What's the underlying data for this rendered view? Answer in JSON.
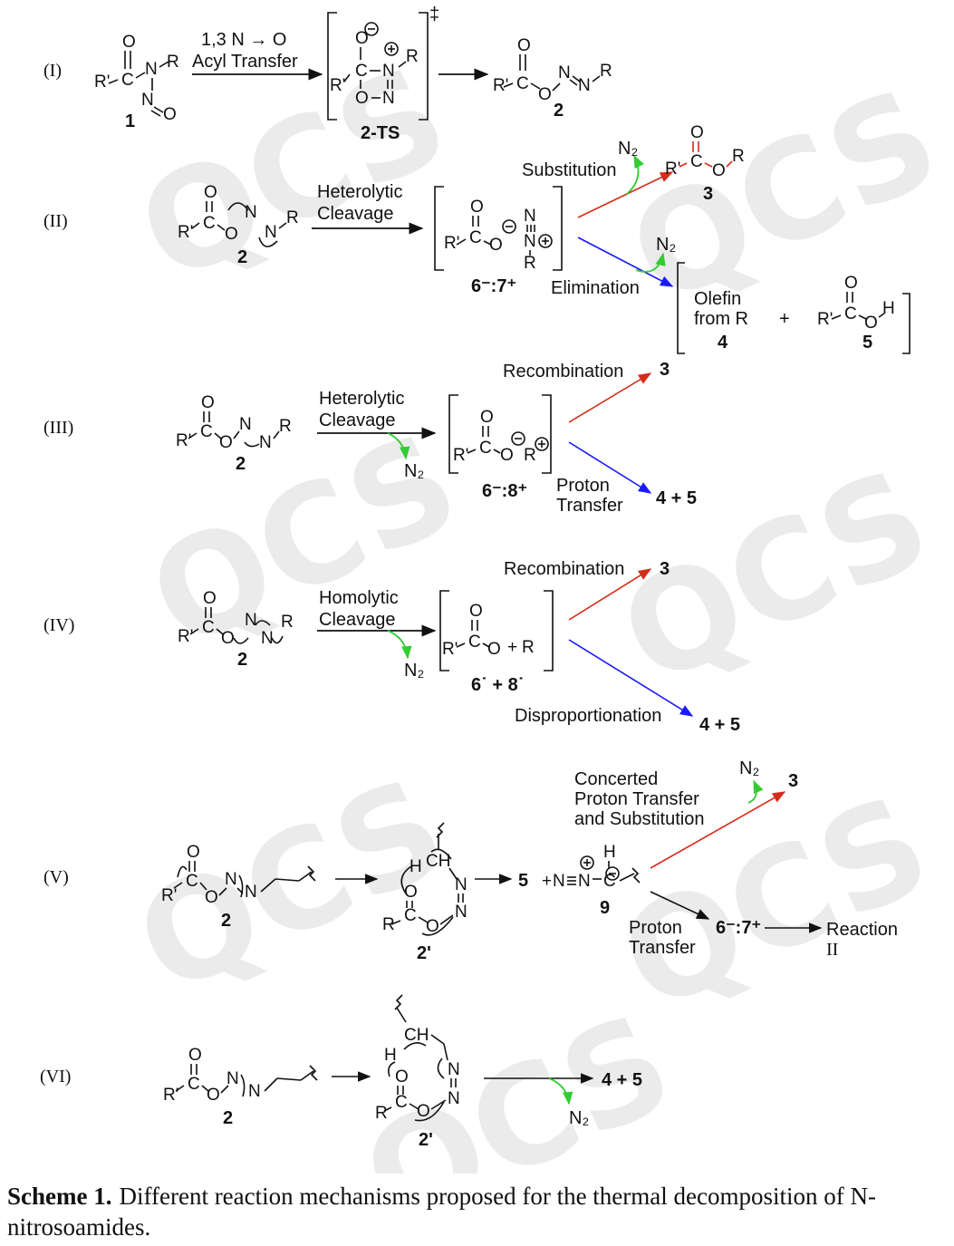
{
  "watermark": "QCS",
  "colors": {
    "red": "#d62c1a",
    "blue": "#1a1aff",
    "green": "#33cc33",
    "black": "#111111"
  },
  "rows": {
    "I": {
      "label": "(I)",
      "arrow_top": "1,3 N → O",
      "arrow_bottom": "Acyl Transfer",
      "reactant_num": "1",
      "ts_label": "2-TS",
      "ts_mark": "‡",
      "product_num": "2"
    },
    "II": {
      "label": "(II)",
      "reactant_num": "2",
      "arrow_top": "Heterolytic",
      "arrow_bottom": "Cleavage",
      "ion_pair": "6⁻:7⁺",
      "substitution": "Substitution",
      "elimination": "Elimination",
      "n2": "N₂",
      "product3": "3",
      "olefin_line1": "Olefin",
      "olefin_line2": "from R",
      "product4": "4",
      "plus": "+",
      "product5": "5"
    },
    "III": {
      "label": "(III)",
      "reactant_num": "2",
      "arrow_top": "Heterolytic",
      "arrow_bottom": "Cleavage",
      "n2": "N₂",
      "ion_pair": "6⁻:8⁺",
      "recombination": "Recombination",
      "product3": "3",
      "proton_line1": "Proton",
      "proton_line2": "Transfer",
      "product45": "4 + 5"
    },
    "IV": {
      "label": "(IV)",
      "reactant_num": "2",
      "arrow_top": "Homolytic",
      "arrow_bottom": "Cleavage",
      "n2": "N₂",
      "radical_pair": "6˙ + 8˙",
      "recombination": "Recombination",
      "product3": "3",
      "disproportionation": "Disproportionation",
      "product45": "4 + 5"
    },
    "V": {
      "label": "(V)",
      "reactant_num": "2",
      "intermediate": "2'",
      "product5": "5",
      "diazo_num": "9",
      "concerted_line1": "Concerted",
      "concerted_line2": "Proton Transfer",
      "concerted_line3": "and Substitution",
      "n2": "N₂",
      "product3": "3",
      "proton_line1": "Proton",
      "proton_line2": "Transfer",
      "ion_pair": "6⁻:7⁺",
      "reaction_line1": "Reaction",
      "reaction_line2": "II"
    },
    "VI": {
      "label": "(VI)",
      "reactant_num": "2",
      "intermediate": "2'",
      "product45": "4 + 5",
      "n2": "N₂"
    }
  },
  "caption": {
    "label": "Scheme 1.",
    "text": "Different reaction mechanisms proposed for the thermal decomposition of N-nitrosoamides."
  }
}
